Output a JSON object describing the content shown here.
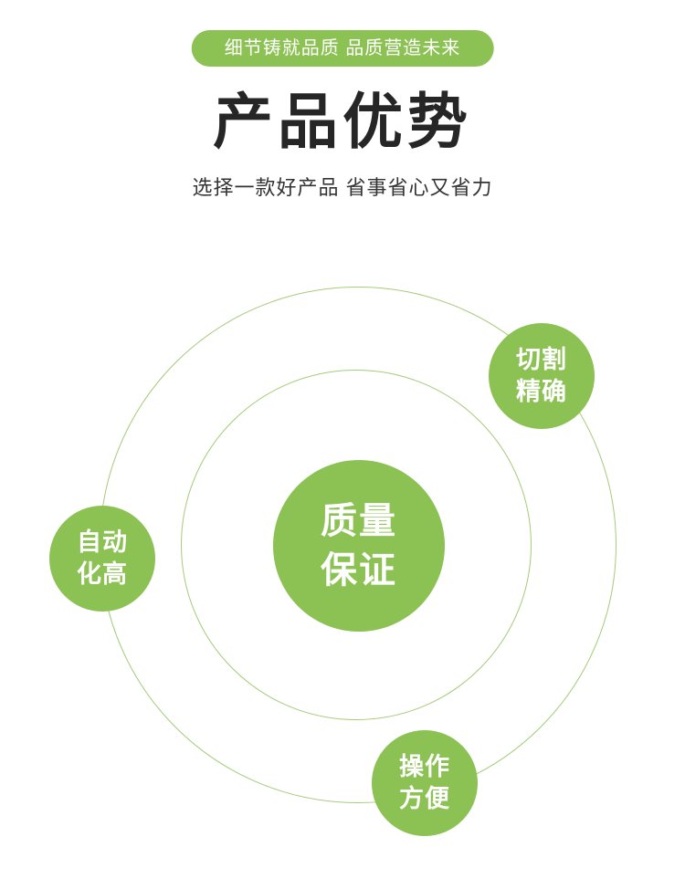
{
  "colors": {
    "brand_green": "#8cc153",
    "ring_green": "#a3cc79",
    "heading_dark": "#262626",
    "subtitle_dark": "#333333"
  },
  "header": {
    "badge": "细节铸就品质 品质营造未来",
    "title": "产品优势",
    "subtitle": "选择一款好产品 省事省心又省力"
  },
  "diagram": {
    "center": {
      "line1": "质量",
      "line2": "保证"
    },
    "satellites": [
      {
        "id": "cut-precision",
        "line1": "切割",
        "line2": "精确"
      },
      {
        "id": "high-automation",
        "line1": "自动",
        "line2": "化高"
      },
      {
        "id": "easy-operation",
        "line1": "操作",
        "line2": "方便"
      }
    ]
  }
}
